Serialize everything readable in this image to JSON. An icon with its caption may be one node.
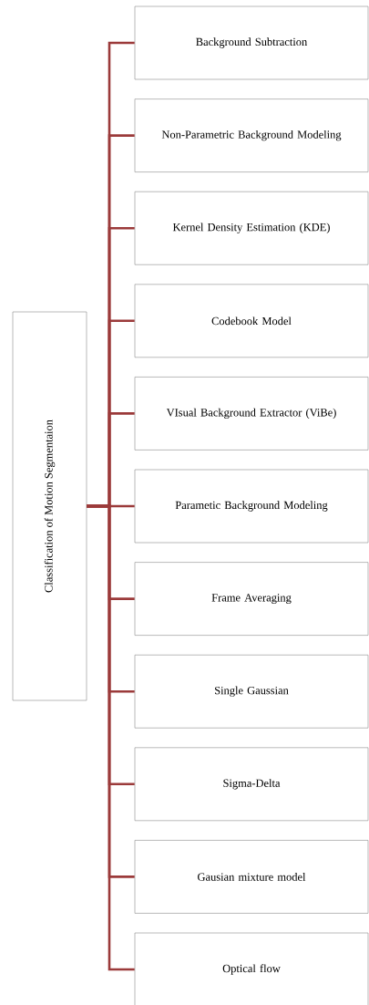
{
  "diagram": {
    "nodes": [
      {
        "text": [
          "Classification of Motion Segmentaion"
        ]
      },
      {
        "text": [
          "Background Subtraction"
        ]
      },
      {
        "text": [
          "Non-Parametric Background Modeling"
        ]
      },
      {
        "text": [
          "Kernel Density Estimation (KDE)"
        ]
      },
      {
        "text": [
          "Codebook Model"
        ]
      },
      {
        "text": [
          "VIsual Background Extractor (ViBe)"
        ]
      },
      {
        "text": [
          "Parametic Background Modeling"
        ]
      },
      {
        "text": [
          "Frame Averaging"
        ]
      },
      {
        "text": [
          "Single Gaussian"
        ]
      },
      {
        "text": [
          "Sigma-Delta"
        ]
      },
      {
        "text": [
          "Gausian mixture model"
        ]
      },
      {
        "text": [
          "Optical flow"
        ]
      }
    ],
    "edges": [
      {
        "from": 0,
        "to": 1,
        "arrow": "none"
      },
      {
        "from": 0,
        "to": 2,
        "arrow": "none"
      },
      {
        "from": 0,
        "to": 3,
        "arrow": "none"
      },
      {
        "from": 0,
        "to": 4,
        "arrow": "none"
      },
      {
        "from": 0,
        "to": 5,
        "arrow": "none"
      },
      {
        "from": 0,
        "to": 6,
        "arrow": "none"
      },
      {
        "from": 0,
        "to": 7,
        "arrow": "none"
      },
      {
        "from": 0,
        "to": 8,
        "arrow": "none"
      },
      {
        "from": 0,
        "to": 9,
        "arrow": "none"
      },
      {
        "from": 0,
        "to": 10,
        "arrow": "none"
      },
      {
        "from": 0,
        "to": 11,
        "arrow": "none"
      }
    ]
  }
}
